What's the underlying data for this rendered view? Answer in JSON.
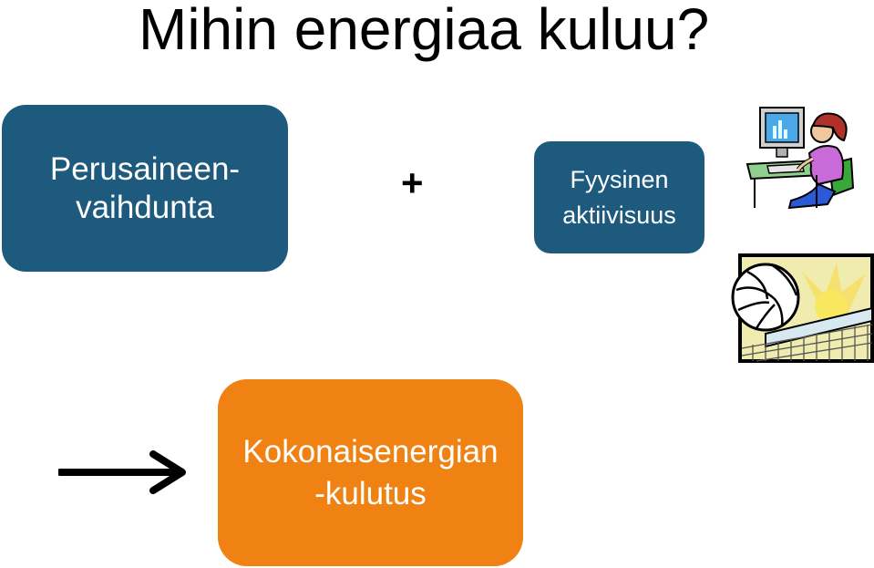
{
  "title": "Mihin energiaa kuluu?",
  "colors": {
    "blue_box": "#1e5a7d",
    "orange_box": "#ef8212",
    "box_text": "#ffffff",
    "title_text": "#000000"
  },
  "diagram": {
    "basal_metabolism": {
      "line1": "Perusaineen-",
      "line2": "vaihdunta"
    },
    "operator": "+",
    "physical_activity": {
      "line1": "Fyysinen",
      "line2": "aktiivisuus"
    },
    "total": {
      "line1": "Kokonaisenergian",
      "line2": "-kulutus"
    }
  },
  "illustrations": [
    "computer-worker-clipart",
    "volleyball-clipart",
    "right-arrow-icon"
  ]
}
